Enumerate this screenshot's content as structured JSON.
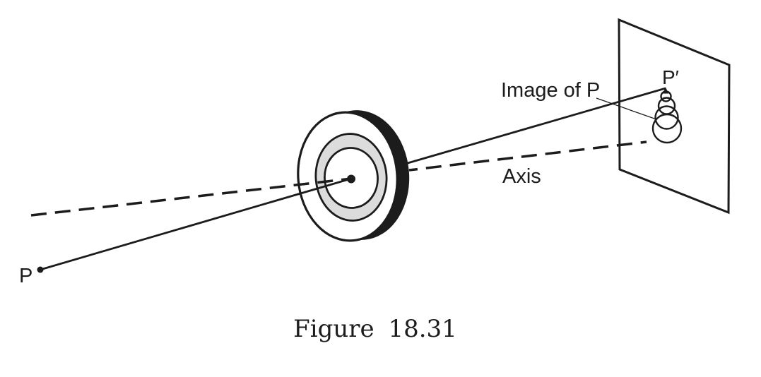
{
  "figure": {
    "labels": {
      "image_of_p": "Image of P",
      "axis": "Axis",
      "p_prime": "P′",
      "p": "P"
    },
    "caption": "Figure 18.31"
  },
  "diagram_elements": {
    "lens": "converging-lens-3d-view",
    "screen": "image-screen-plane",
    "axis_line": "optical-axis-dashed",
    "ray": "ray-from-P-through-lens-center-to-P-prime",
    "blur_spot": "defocused-image-blur-circles"
  },
  "colors": {
    "ink": "#1c1c1c",
    "lens_ring_gray": "#dcdcdc",
    "background": "#ffffff"
  }
}
